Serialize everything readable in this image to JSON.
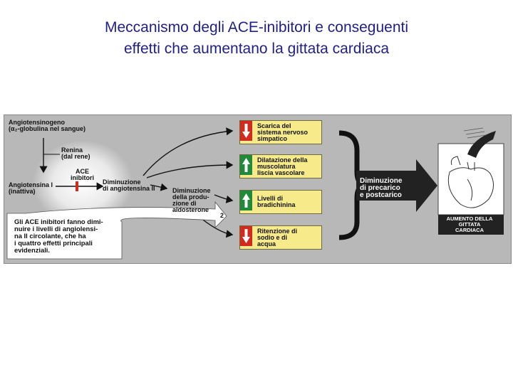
{
  "slide": {
    "title_lines": [
      "Meccanismo degli ACE-inibitori e conseguenti",
      "effetti che aumentano la gittata cardiaca"
    ]
  },
  "diagram": {
    "angiotensinogen_lines": [
      "Angiotensinogeno",
      "(α₂-globulina nel sangue)"
    ],
    "renin_lines": [
      "Renina",
      "(dal rene)"
    ],
    "angiotensin1_lines": [
      "Angiotensina I",
      "(inattiva)"
    ],
    "ace_lines": [
      "ACE",
      "inibitori"
    ],
    "angiotensin2_lines": [
      "Diminuzione",
      "di angiotensina II"
    ],
    "aldosterone_lines": [
      "Diminuzione",
      "della produ-",
      "zione di",
      "aldosterone"
    ],
    "step_number": "2",
    "callout_lines": [
      "Gli ACE inibitori fanno dimi-",
      "nuire i livelli di angiolensi-",
      "na II circolante, che ha",
      "i quattro effetti principali",
      "evidenziali."
    ],
    "effects": [
      {
        "lines": [
          "Scarica del",
          "sistema nervoso",
          "simpatico"
        ],
        "direction": "down",
        "color": "#d42a1e"
      },
      {
        "lines": [
          "Dilatazione della",
          "muscolatura",
          "liscia vascolare"
        ],
        "direction": "up",
        "color": "#1f8a3a"
      },
      {
        "lines": [
          "Livelli di",
          "bradichinina"
        ],
        "direction": "up",
        "color": "#1f8a3a"
      },
      {
        "lines": [
          "Ritenzione di",
          "sodio e di",
          "acqua"
        ],
        "direction": "down",
        "color": "#d42a1e"
      }
    ],
    "result_lines": [
      "Diminuzione",
      "di precarico",
      "e postcarico"
    ],
    "heart_caption_lines": [
      "AUMENTO DELLA",
      "GITTATA",
      "CARDIACA"
    ],
    "colors": {
      "panel": "#b8b8b8",
      "effect_box": "#f7ea8a",
      "dark_arrow": "#222222",
      "up": "#1f8a3a",
      "down": "#d42a1e"
    }
  }
}
